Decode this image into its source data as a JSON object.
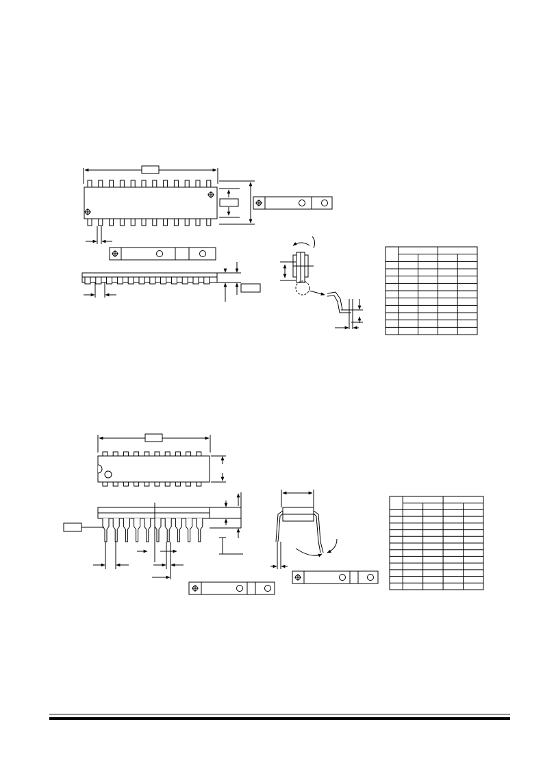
{
  "page": {
    "type": "package outline drawings",
    "text_labels": []
  },
  "colors": {
    "ink": "#000000",
    "paper": "#ffffff"
  },
  "icons": [
    "position-tolerance-icon",
    "datum-circle-icon"
  ],
  "packages": [
    {
      "name": "",
      "kind": "SOIC-style surface mount, 24 leads",
      "leads_per_side": 12,
      "table": {
        "rows": 12,
        "cols": 5
      }
    },
    {
      "name": "",
      "kind": "DIP-style through hole, 20 leads",
      "leads_per_side": 10,
      "table": {
        "rows": 14,
        "cols": 5
      }
    }
  ]
}
